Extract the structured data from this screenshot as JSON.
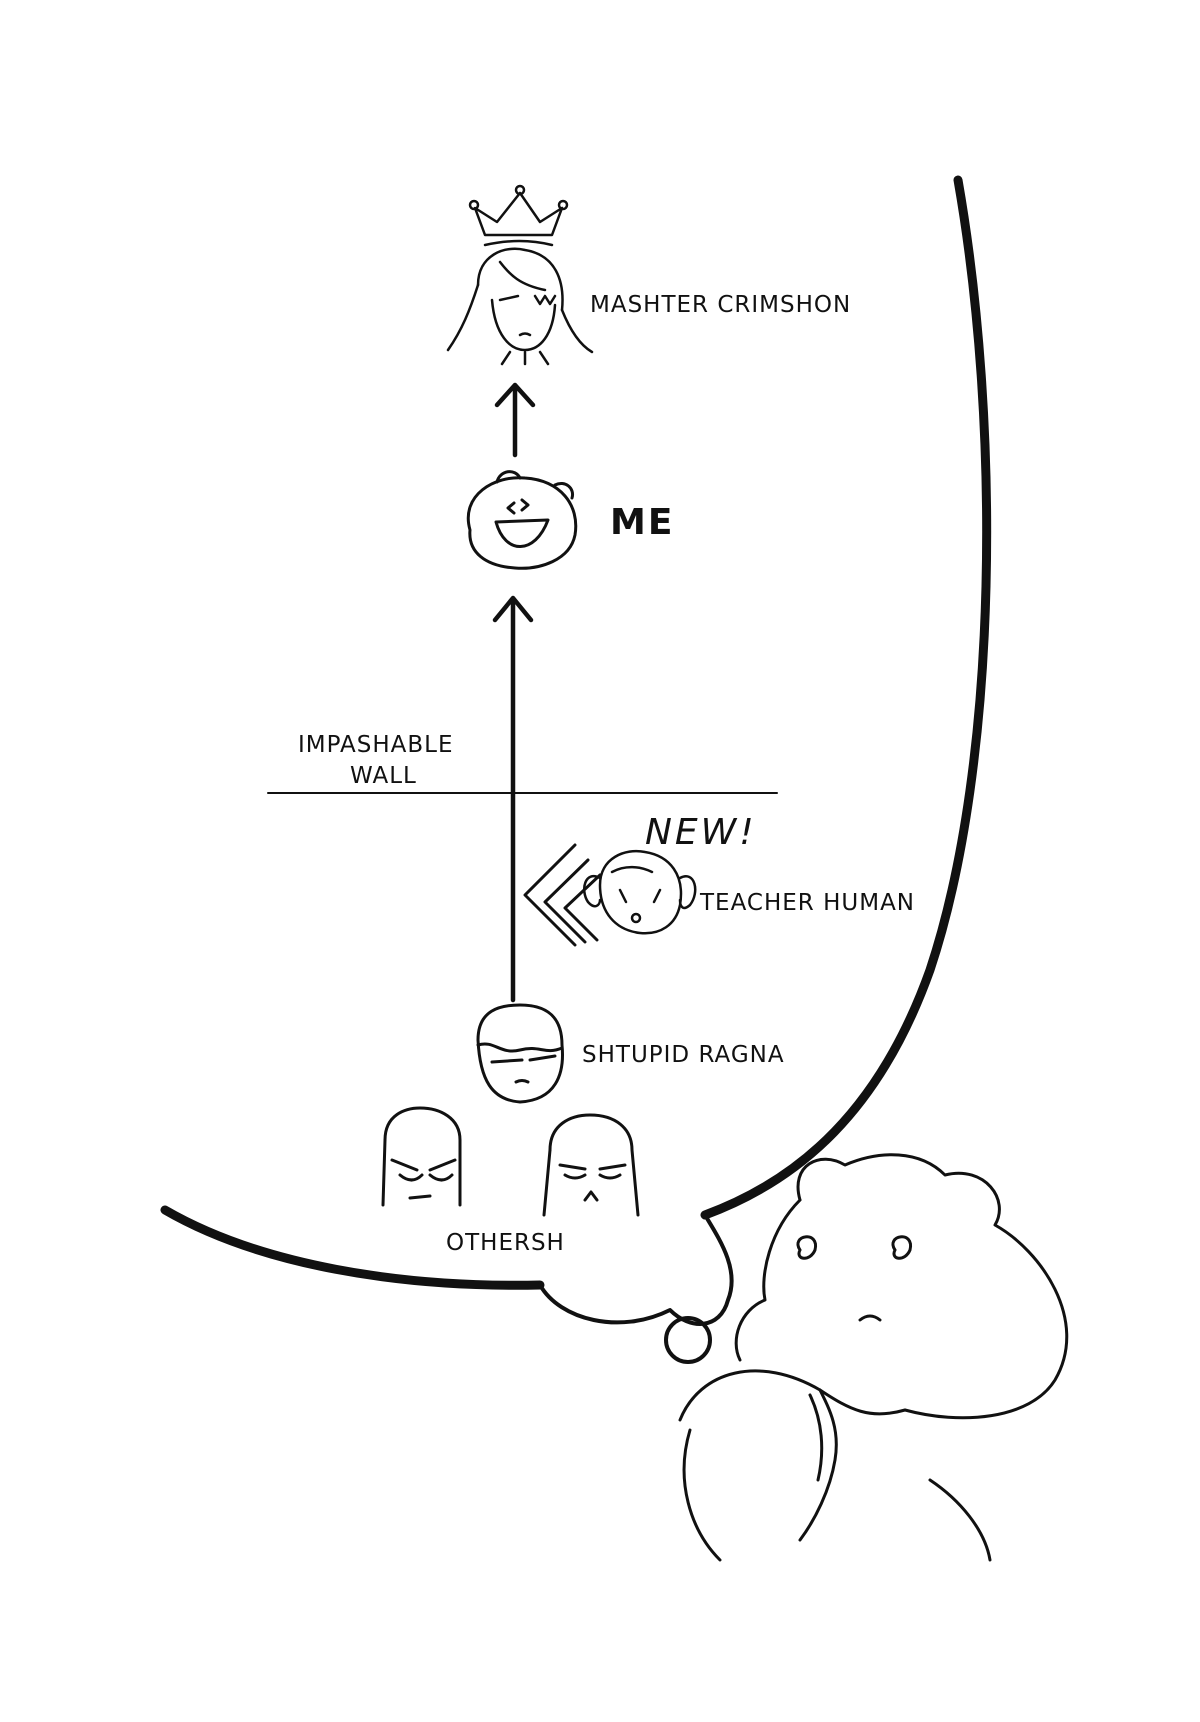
{
  "labels": {
    "mashter": "MASHTER CRIMSHON",
    "me": "ME",
    "wall_line1": "IMPASHABLE",
    "wall_line2": "WALL",
    "new": "NEW!",
    "teacher": "TEACHER HUMAN",
    "ragna": "SHTUPID RAGNA",
    "others": "OTHERSH"
  },
  "colors": {
    "ink": "#111111",
    "paper": "#ffffff"
  }
}
